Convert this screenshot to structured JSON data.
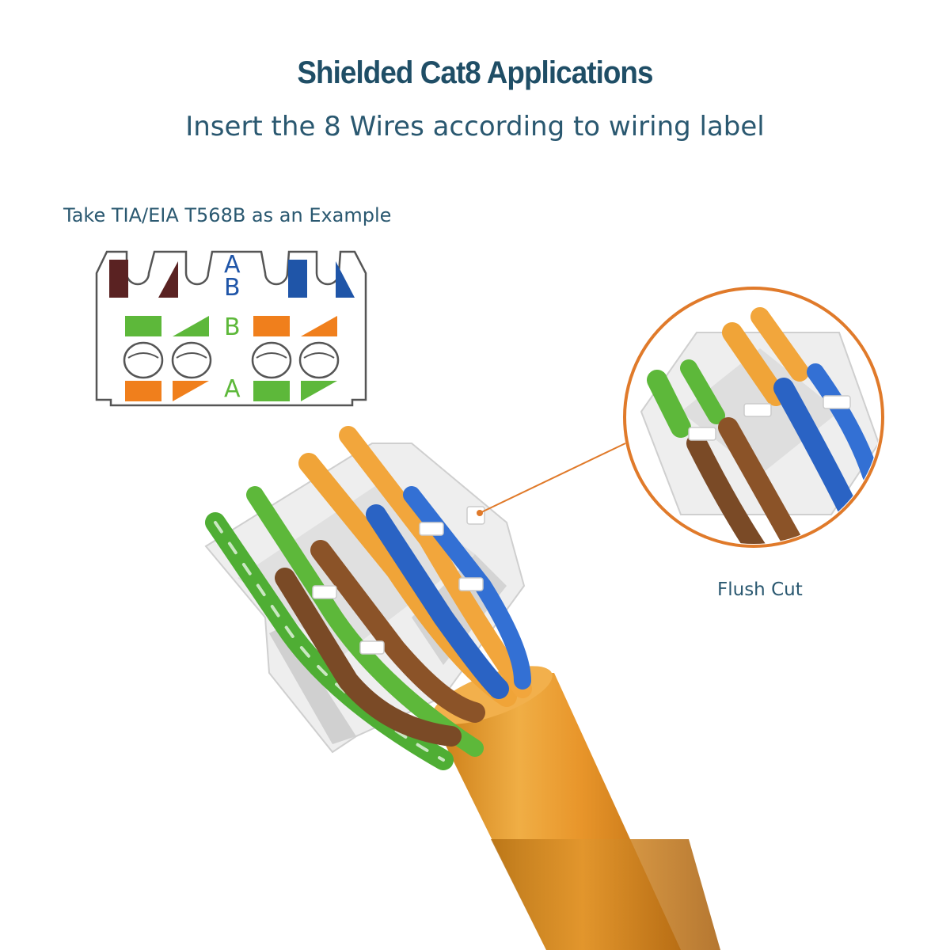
{
  "header": {
    "title": "Shielded Cat8 Applications",
    "subtitle": "Insert the 8 Wires according to wiring label"
  },
  "wiring_label": {
    "caption": "Take TIA/EIA T568B  as an Example",
    "letter_top_a": "A",
    "letter_top_b": "B",
    "letter_mid": "B",
    "letter_bottom": "A"
  },
  "callout": {
    "caption": "Flush Cut"
  },
  "colors": {
    "text": "#1f4e66",
    "brown": "#5a2222",
    "blue": "#1f55a8",
    "green": "#5db83a",
    "orange": "#f07f1c",
    "jacket": "#e59a28",
    "accent_line": "#e07a2a"
  }
}
